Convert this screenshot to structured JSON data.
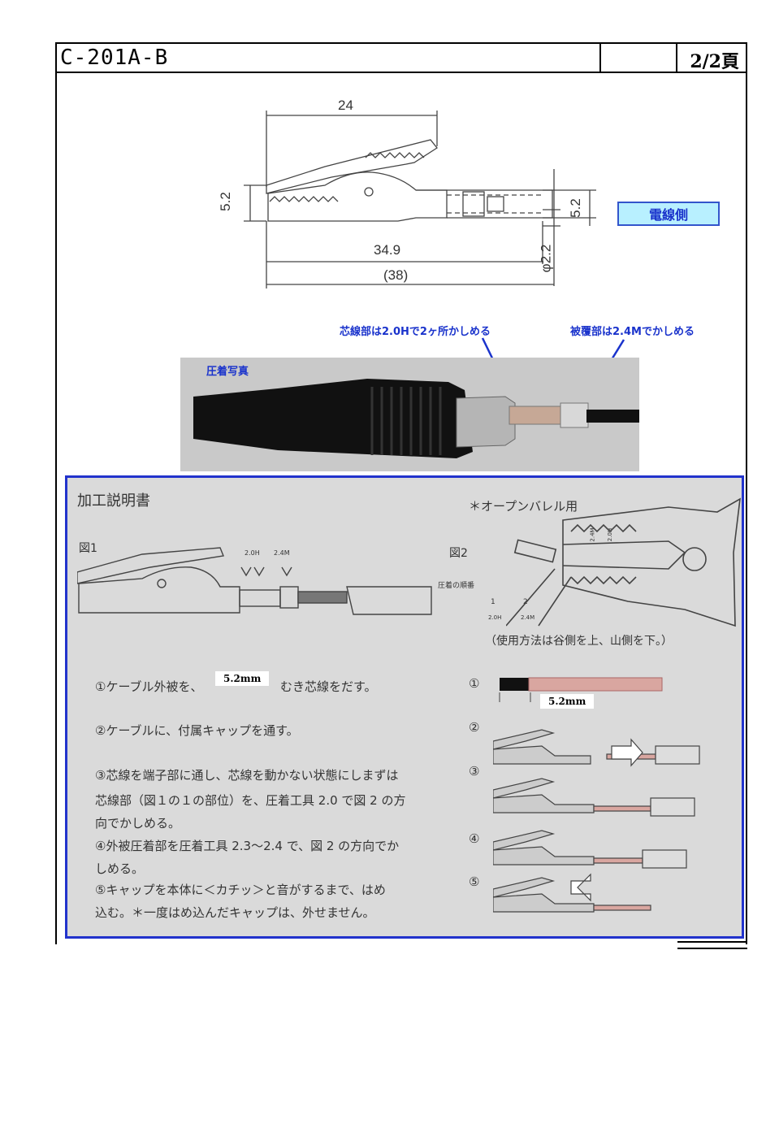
{
  "header": {
    "title": "C-201A-B",
    "page": "2/2頁"
  },
  "drawing": {
    "dim_top": "24",
    "dim_left": "5.2",
    "dim_right": "5.2",
    "dim_length": "34.9",
    "dim_total": "(38)",
    "dim_dia": "φ2.2",
    "wire_side": "電線側"
  },
  "annotations": {
    "core_crimp": "芯線部は2.0Hで2ヶ所かしめる",
    "cover_crimp": "被覆部は2.4Mでかしめる",
    "photo_label": "圧着写真"
  },
  "manual": {
    "heading": "加工説明書",
    "open_barrel": "＊オープンバレル用",
    "fig1": "図1",
    "fig2": "図2",
    "fig1_label_a": "2.0H",
    "fig1_label_b": "2.4M",
    "crimp_order": "圧着の順番",
    "order_1": "1",
    "order_2": "2",
    "order_1_label": "2.0H",
    "order_2_label": "2.4M",
    "tool_label_a": "2.4M",
    "tool_label_b": "2.0H",
    "usage": "（使用方法は谷側を上、山側を下。）",
    "strip_value_left": "5.2mm",
    "strip_value_right": "5.2mm",
    "steps": [
      {
        "num": "①",
        "text_before": "①ケーブル外被を、",
        "text_after": "むき芯線をだす。"
      },
      {
        "num": "②",
        "text": "②ケーブルに、付属キャップを通す。"
      },
      {
        "num": "③",
        "text1": "③芯線を端子部に通し、芯線を動かない状態にしまずは",
        "text2": "芯線部（図１の１の部位）を、圧着工具 2.0 で図 2 の方",
        "text3": "向でかしめる。"
      },
      {
        "num": "④",
        "text1": "④外被圧着部を圧着工具 2.3～2.4 で、図 2 の方向でか",
        "text2": "しめる。"
      },
      {
        "num": "⑤",
        "text1": "⑤キャップを本体に＜カチッ＞と音がするまで、はめ",
        "text2": "込む。＊一度はめ込んだキャップは、外せません。"
      }
    ]
  }
}
